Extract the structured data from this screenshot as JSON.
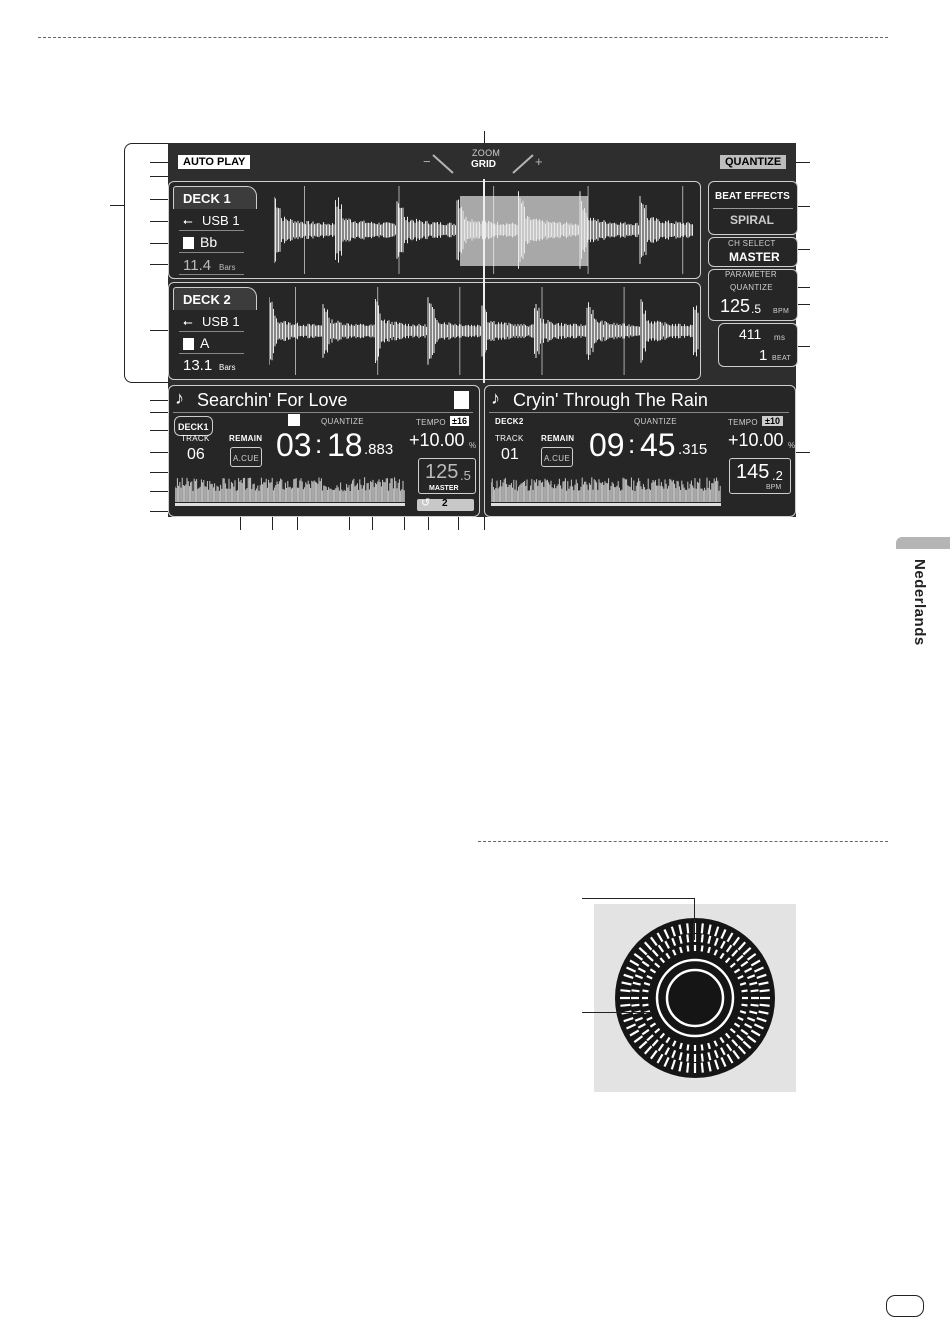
{
  "header": {
    "auto_play": "AUTO PLAY",
    "zoom": "ZOOM",
    "zoom_minus": "−",
    "zoom_plus": "+",
    "grid": "GRID",
    "quantize_button": "QUANTIZE"
  },
  "deck1_wave": {
    "deck_label": "DECK 1",
    "source": "USB 1",
    "key": "Bb",
    "bars_value": "11.4",
    "bars_unit": "Bars"
  },
  "deck2_wave": {
    "deck_label": "DECK 2",
    "source": "USB 1",
    "key": "A",
    "bars_value": "13.1",
    "bars_unit": "Bars"
  },
  "beat_effects": {
    "title": "BEAT EFFECTS",
    "effect": "SPIRAL",
    "ch_select_label": "CH SELECT",
    "ch_select_value": "MASTER",
    "parameter_label": "PARAMETER",
    "quantize_label": "QUANTIZE",
    "bpm_int": "125",
    "bpm_dec": ".5",
    "bpm_unit": "BPM",
    "ms_value": "411",
    "ms_unit": "ms",
    "beat_value": "1",
    "beat_unit": "BEAT"
  },
  "deck1": {
    "title": "Searchin' For Love",
    "deck_badge": "DECK1",
    "quantize": "QUANTIZE",
    "tempo_label": "TEMPO",
    "tempo_range": "±16",
    "track_label": "TRACK",
    "track_number": "06",
    "remain_label": "REMAIN",
    "acue_label": "A.CUE",
    "time_min": "03",
    "time_sep1": ":",
    "time_sec": "18",
    "time_ms": ".883",
    "tempo_pct": "+10.00",
    "pct_sign": "%",
    "bpm_int": "125",
    "bpm_dec": ".5",
    "master_label": "MASTER",
    "loop_beats": "2"
  },
  "deck2": {
    "title": "Cryin' Through The Rain",
    "deck_label": "DECK2",
    "quantize": "QUANTIZE",
    "tempo_label": "TEMPO",
    "tempo_range": "±10",
    "track_label": "TRACK",
    "track_number": "01",
    "remain_label": "REMAIN",
    "acue_label": "A.CUE",
    "time_min": "09",
    "time_sep1": ":",
    "time_sec": "45",
    "time_ms": ".315",
    "tempo_pct": "+10.00",
    "pct_sign": "%",
    "bpm_int": "145",
    "bpm_dec": ".2",
    "bpm_unit": "BPM"
  },
  "side_tab": {
    "language": "Nederlands"
  },
  "icons": {
    "note": "♪",
    "usb": "⭠",
    "key": "key-icon",
    "loop": "↺"
  },
  "colors": {
    "screen_bg": "#2e2e2e",
    "panel_border": "#cfcfcf",
    "zoom_highlight": "#a8a8a8",
    "platter_bg": "#e3e3e3"
  }
}
